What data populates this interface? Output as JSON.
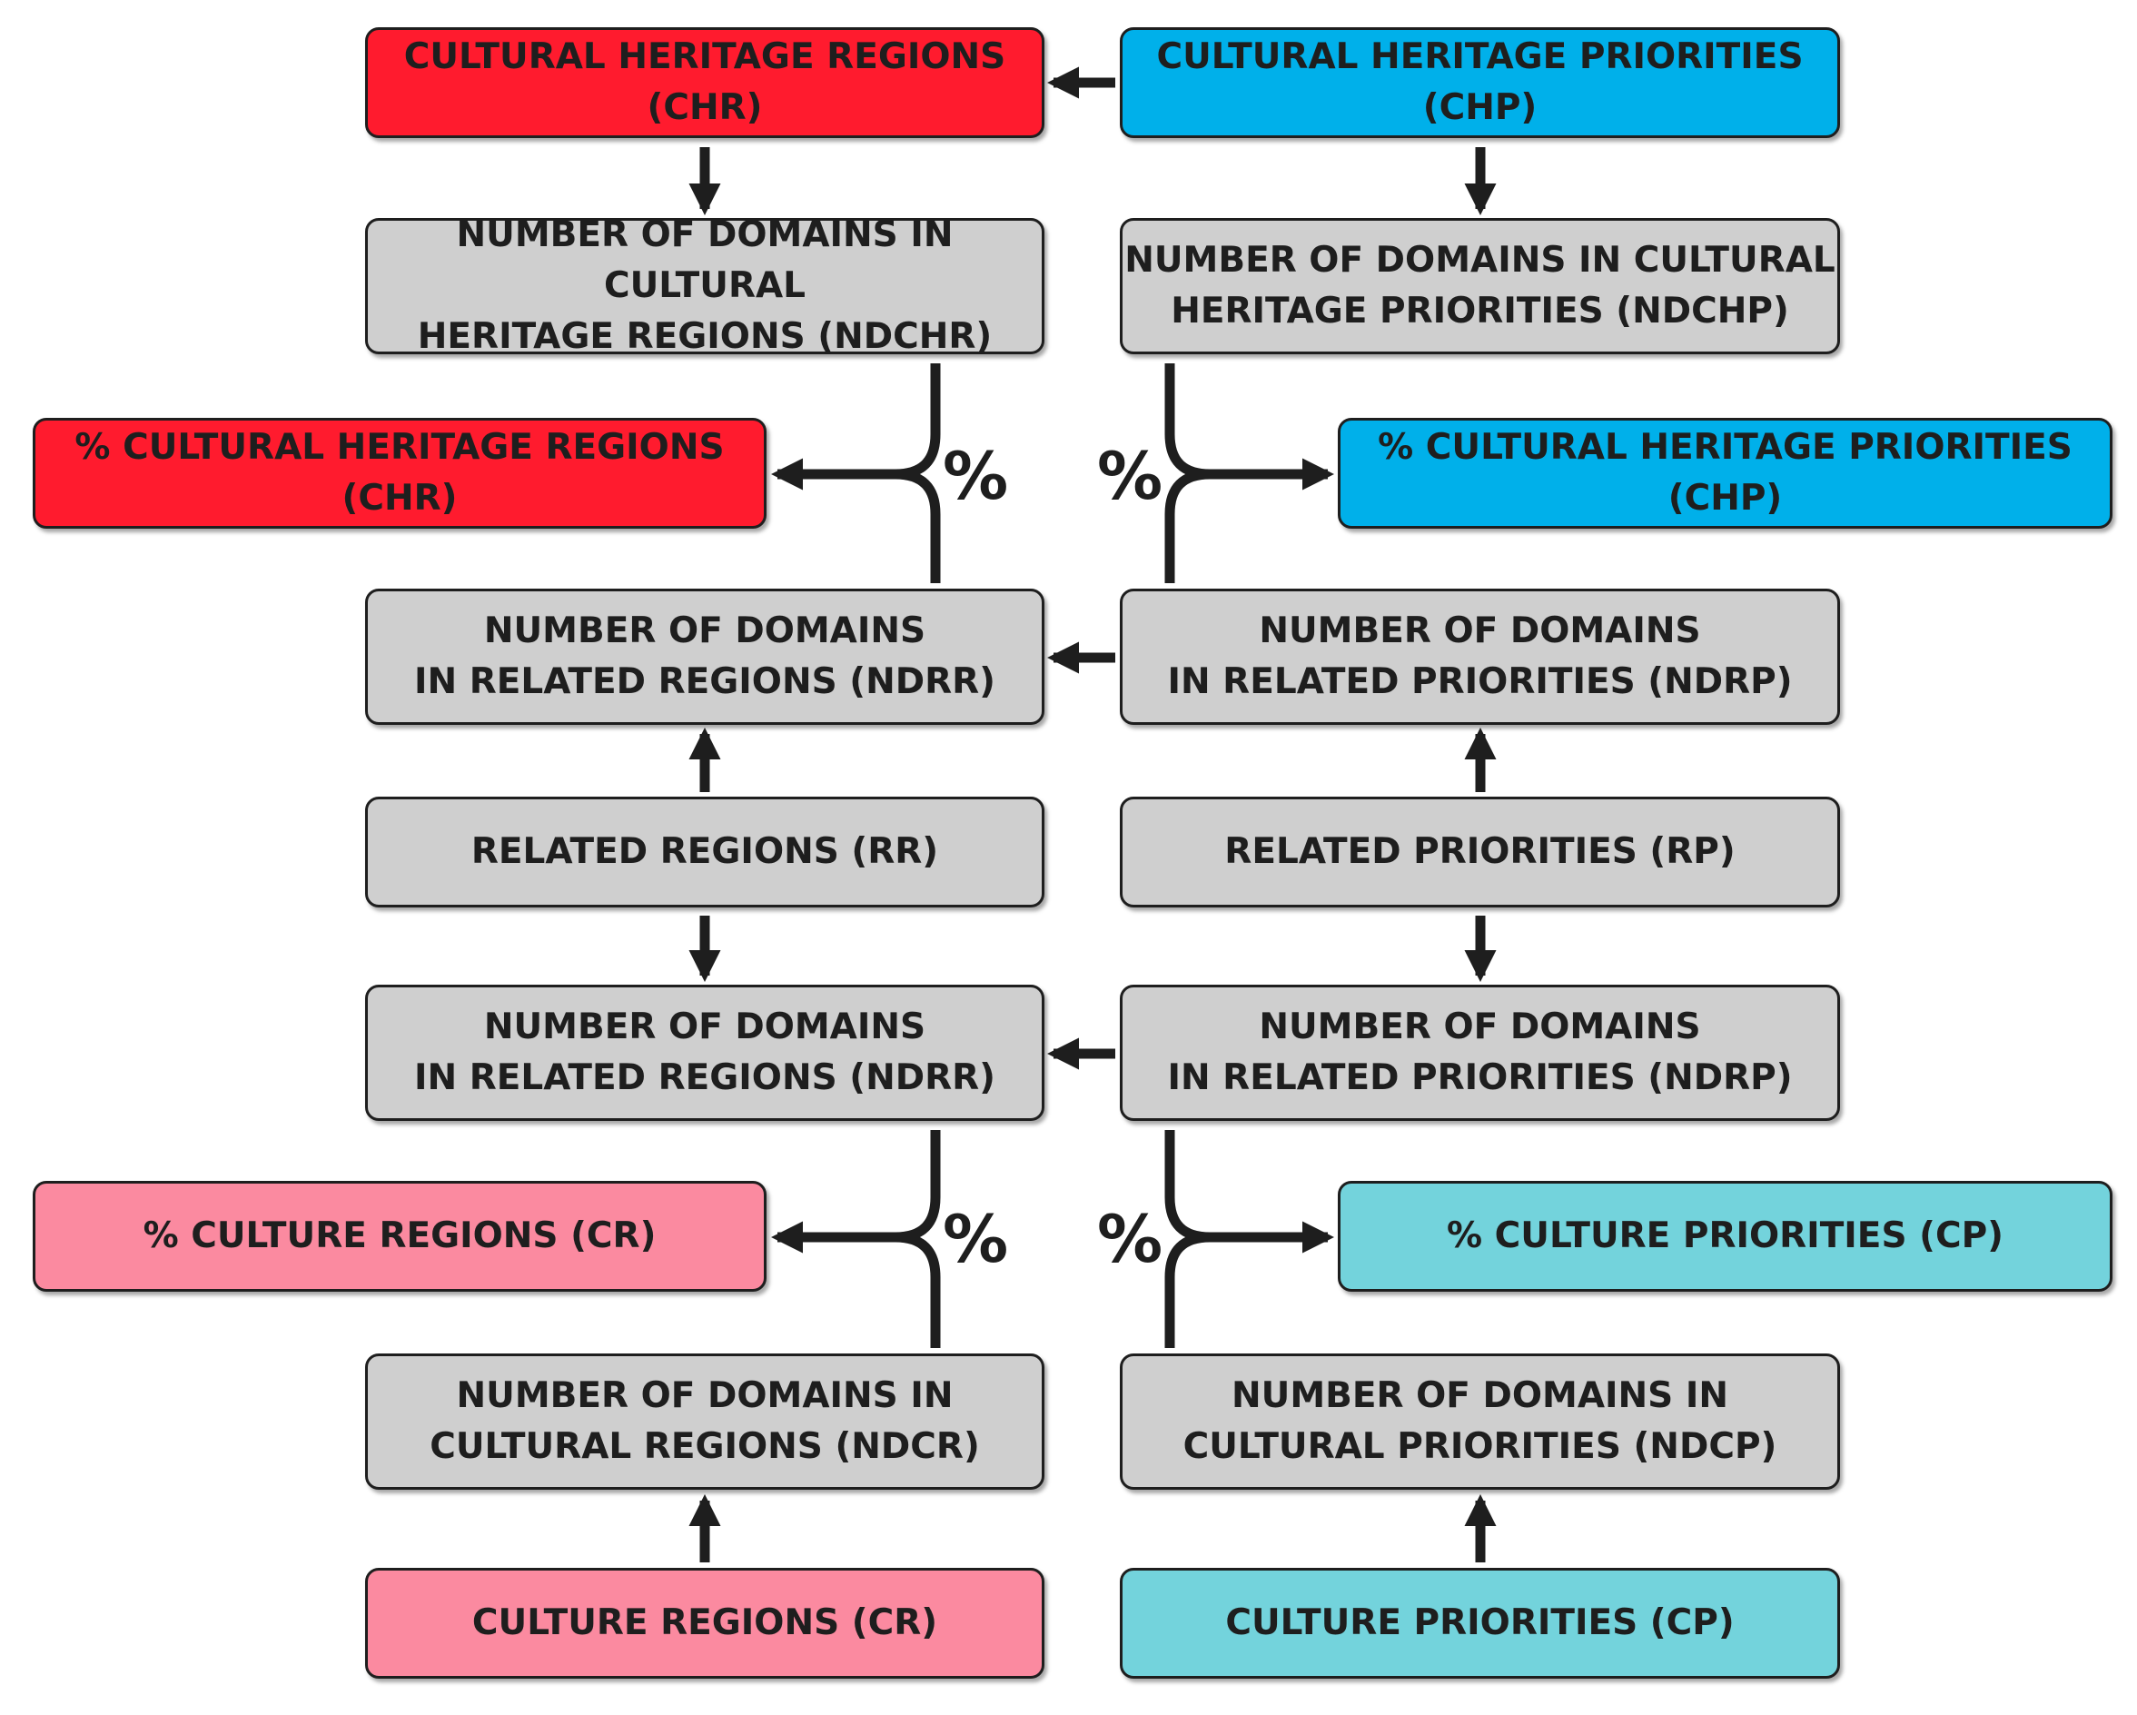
{
  "boxes": {
    "chr": "CULTURAL HERITAGE REGIONS (CHR)",
    "chp": "CULTURAL HERITAGE PRIORITIES (CHP)",
    "ndchr": "NUMBER OF DOMAINS IN CULTURAL\nHERITAGE REGIONS (NDCHR)",
    "ndchp": "NUMBER OF DOMAINS IN CULTURAL\nHERITAGE PRIORITIES (NDCHP)",
    "pct_chr": "% CULTURAL HERITAGE REGIONS (CHR)",
    "pct_chp": "% CULTURAL HERITAGE PRIORITIES (CHP)",
    "ndrr_1": "NUMBER OF DOMAINS\nIN RELATED REGIONS (NDRR)",
    "ndrp_1": "NUMBER OF DOMAINS\nIN RELATED PRIORITIES (NDRP)",
    "rr": "RELATED REGIONS (RR)",
    "rp": "RELATED PRIORITIES (RP)",
    "ndrr_2": "NUMBER OF DOMAINS\nIN RELATED REGIONS (NDRR)",
    "ndrp_2": "NUMBER OF DOMAINS\nIN RELATED PRIORITIES (NDRP)",
    "pct_cr": "% CULTURE REGIONS (CR)",
    "pct_cp": "% CULTURE PRIORITIES (CP)",
    "ndcr": "NUMBER OF DOMAINS IN\nCULTURAL REGIONS (NDCR)",
    "ndcp": "NUMBER OF DOMAINS IN\nCULTURAL PRIORITIES (NDCP)",
    "cr": "CULTURE REGIONS (CR)",
    "cp": "CULTURE PRIORITIES (CP)"
  },
  "percent_symbol": "%",
  "colors": {
    "cultural_heritage_regions": "#ff1b2e",
    "cultural_heritage_priorities": "#00b0ea",
    "culture_regions": "#fb8aa0",
    "culture_priorities": "#73d3dc",
    "intermediate": "#cfcfcf",
    "ink": "#1e1e1e"
  }
}
